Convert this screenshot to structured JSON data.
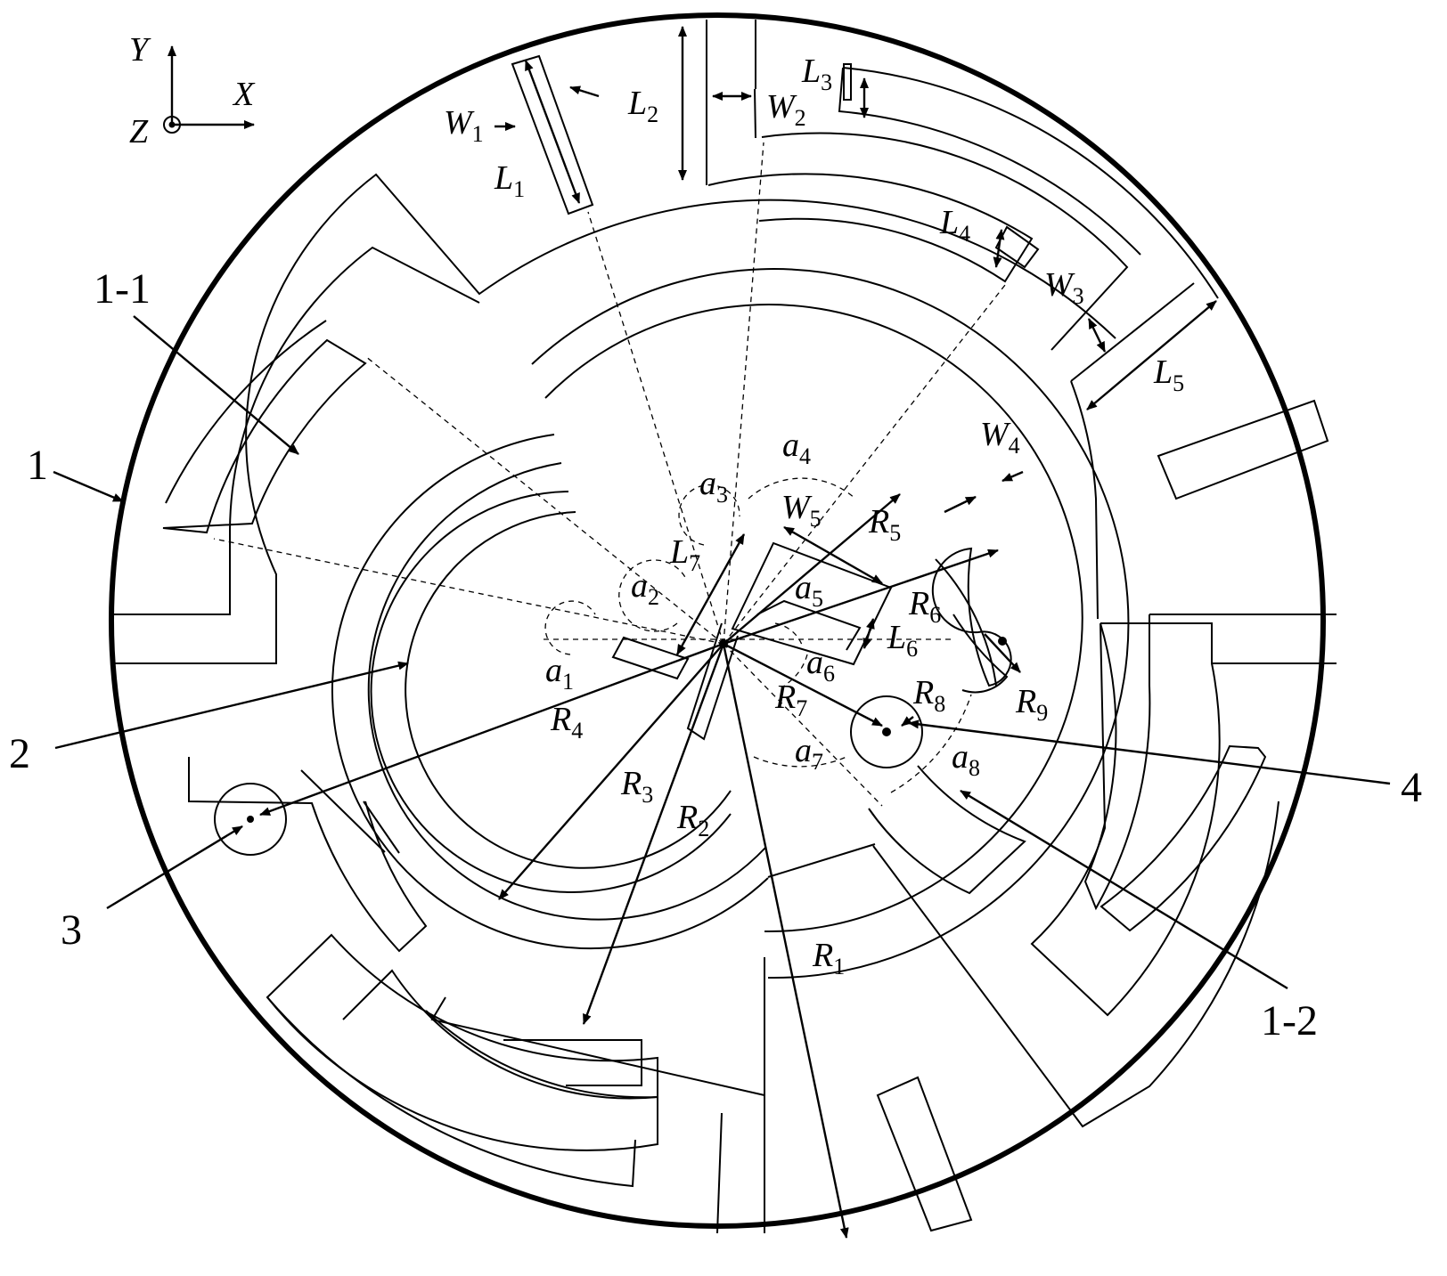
{
  "colors": {
    "stroke": "#000000",
    "background": "#ffffff"
  },
  "axes": {
    "x": "X",
    "y": "Y",
    "z": "Z"
  },
  "callouts": {
    "c1": "1",
    "c1_1": "1-1",
    "c1_2": "1-2",
    "c2": "2",
    "c3": "3",
    "c4": "4"
  },
  "dimensions": [
    {
      "id": "L1",
      "base": "L",
      "sub": "1"
    },
    {
      "id": "L2",
      "base": "L",
      "sub": "2"
    },
    {
      "id": "L3",
      "base": "L",
      "sub": "3"
    },
    {
      "id": "L4",
      "base": "L",
      "sub": "4"
    },
    {
      "id": "L5",
      "base": "L",
      "sub": "5"
    },
    {
      "id": "L6",
      "base": "L",
      "sub": "6"
    },
    {
      "id": "L7",
      "base": "L",
      "sub": "7"
    },
    {
      "id": "W1",
      "base": "W",
      "sub": "1"
    },
    {
      "id": "W2",
      "base": "W",
      "sub": "2"
    },
    {
      "id": "W3",
      "base": "W",
      "sub": "3"
    },
    {
      "id": "W4",
      "base": "W",
      "sub": "4"
    },
    {
      "id": "W5",
      "base": "W",
      "sub": "5"
    },
    {
      "id": "R1",
      "base": "R",
      "sub": "1"
    },
    {
      "id": "R2",
      "base": "R",
      "sub": "2"
    },
    {
      "id": "R3",
      "base": "R",
      "sub": "3"
    },
    {
      "id": "R4",
      "base": "R",
      "sub": "4"
    },
    {
      "id": "R5",
      "base": "R",
      "sub": "5"
    },
    {
      "id": "R6",
      "base": "R",
      "sub": "6"
    },
    {
      "id": "R7",
      "base": "R",
      "sub": "7"
    },
    {
      "id": "R8",
      "base": "R",
      "sub": "8"
    },
    {
      "id": "R9",
      "base": "R",
      "sub": "9"
    },
    {
      "id": "a1",
      "base": "a",
      "sub": "1"
    },
    {
      "id": "a2",
      "base": "a",
      "sub": "2"
    },
    {
      "id": "a3",
      "base": "a",
      "sub": "3"
    },
    {
      "id": "a4",
      "base": "a",
      "sub": "4"
    },
    {
      "id": "a5",
      "base": "a",
      "sub": "5"
    },
    {
      "id": "a6",
      "base": "a",
      "sub": "6"
    },
    {
      "id": "a7",
      "base": "a",
      "sub": "7"
    },
    {
      "id": "a8",
      "base": "a",
      "sub": "8"
    }
  ]
}
